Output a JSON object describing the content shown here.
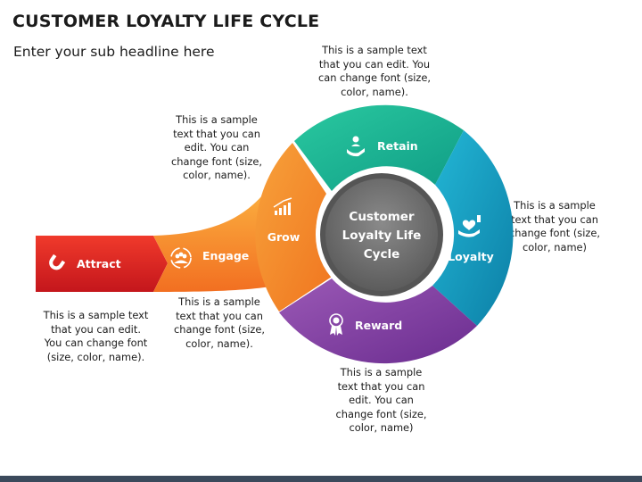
{
  "title": "CUSTOMER LOYALTY LIFE CYCLE",
  "subtitle": "Enter your sub headline here",
  "center": {
    "lines": [
      "Customer",
      "Loyalty Life",
      "Cycle"
    ]
  },
  "stages": {
    "attract": {
      "label": "Attract",
      "color": "#e3231b",
      "icon": "magnet-icon"
    },
    "engage": {
      "label": "Engage",
      "color": "#f7941d",
      "icon": "group-icon"
    },
    "grow": {
      "label": "Grow",
      "color": "#f5821f",
      "icon": "growth-chart-icon"
    },
    "retain": {
      "label": "Retain",
      "color": "#1bb394",
      "icon": "person-hand-icon"
    },
    "loyalty": {
      "label": "Loyalty",
      "color": "#1a9fbf",
      "icon": "heart-hand-icon"
    },
    "reward": {
      "label": "Reward",
      "color": "#7b3f9e",
      "icon": "award-ribbon-icon"
    }
  },
  "notes": {
    "top": "This is a sample text\nthat you can edit. You\ncan change font (size,\ncolor, name).",
    "retain_left": "This is a sample\ntext that you can\nedit. You can\nchange font (size,\ncolor, name).",
    "loyalty": "This is a sample\ntext that you can\nchange font (size,\ncolor, name)",
    "attract": "This is a sample text\nthat you can edit.\nYou can change font\n(size, color, name).",
    "engage": "This is a sample\ntext that you can\nchange font (size,\ncolor, name).",
    "reward": "This is a sample\ntext that you can\nedit. You can\nchange font (size,\ncolor, name)"
  }
}
